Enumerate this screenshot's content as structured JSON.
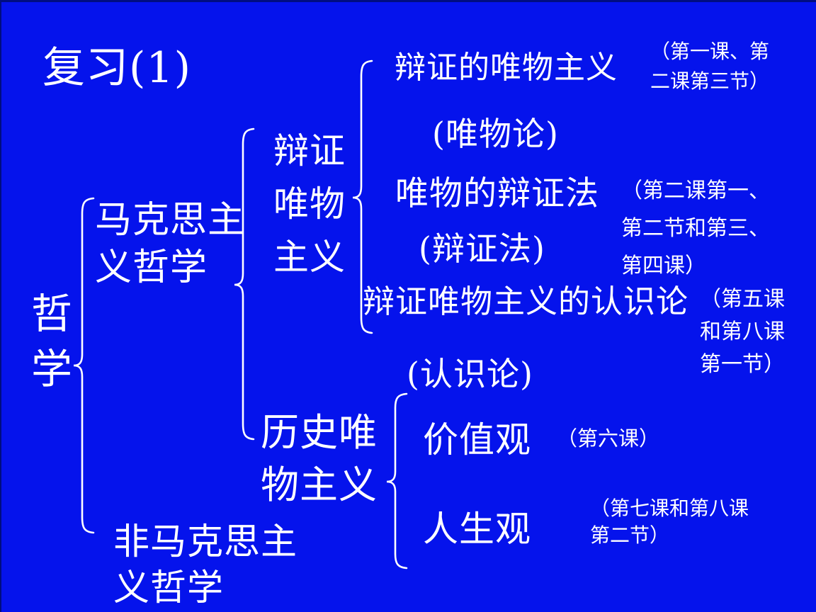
{
  "colors": {
    "background": "#0513ec",
    "text": "#ffffff",
    "edge": "#000d80"
  },
  "title": "复习(1)",
  "tree": {
    "root": {
      "label": "哲\n学"
    },
    "branches": {
      "marxist": {
        "label": "马克思主\n义哲学"
      },
      "non_marxist": {
        "label": "非马克思主\n义哲学"
      }
    },
    "marxist_children": {
      "dialectical_materialism": {
        "label": "辩证\n唯物\n主义"
      },
      "historical_materialism": {
        "label": "历史唯\n物主义"
      }
    },
    "dialectical_items": [
      {
        "label": "辩证的唯物主义",
        "alias": "(唯物论)",
        "note": "（第一课、第\n二课第三节）"
      },
      {
        "label": "唯物的辩证法",
        "alias": "(辩证法)",
        "note": "（第二课第一、\n第二节和第三、\n第四课）"
      },
      {
        "label": "辩证唯物主义的认识论",
        "alias": "(认识论)",
        "note": "（第五课\n和第八课\n第一节）"
      }
    ],
    "historical_items": [
      {
        "label": "价值观",
        "note": "（第六课）"
      },
      {
        "label": "人生观",
        "note": "（第七课和第八课\n第二节）"
      }
    ]
  }
}
